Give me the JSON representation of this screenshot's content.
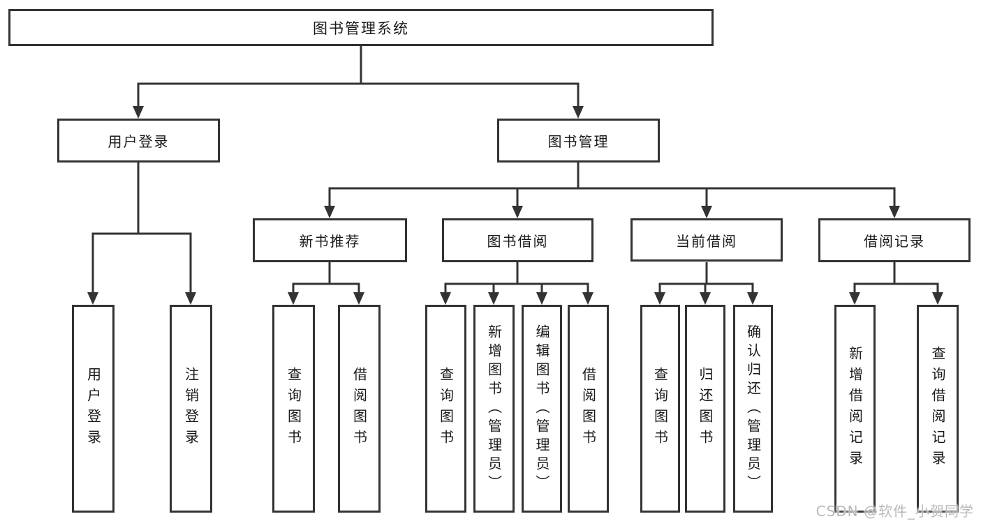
{
  "theme": {
    "background": "#ffffff",
    "line_color": "#333333",
    "box_border_color": "#333333",
    "text_color": "#1a1a1a",
    "watermark_color": "#b9b9b9"
  },
  "watermark": {
    "text": "CSDN @软件_小贺同学"
  },
  "nodes": {
    "root": "图书管理系统",
    "user_login": "用户登录",
    "book_management": "图书管理",
    "new_book_recommend": "新书推荐",
    "book_borrow": "图书借阅",
    "current_borrow": "当前借阅",
    "borrow_records": "借阅记录",
    "leaf_user_login": "用户登录",
    "leaf_logout": "注销登录",
    "leaf_recommend_query_books": "查询图书",
    "leaf_recommend_borrow_books": "借阅图书",
    "leaf_borrow_query_books": "查询图书",
    "leaf_borrow_add_books_admin": "新增图书（管理员）",
    "leaf_borrow_edit_books_admin": "编辑图书（管理员）",
    "leaf_borrow_borrow_books": "借阅图书",
    "leaf_current_query_books": "查询图书",
    "leaf_current_return_books": "归还图书",
    "leaf_current_confirm_return_admin": "确认归还（管理员）",
    "leaf_records_add_record": "新增借阅记录",
    "leaf_records_query_record": "查询借阅记录"
  },
  "edges": [
    {
      "from": "图书管理系统",
      "to": "用户登录"
    },
    {
      "from": "图书管理系统",
      "to": "图书管理"
    },
    {
      "from": "用户登录",
      "to": "用户登录"
    },
    {
      "from": "用户登录",
      "to": "注销登录"
    },
    {
      "from": "图书管理",
      "to": "新书推荐"
    },
    {
      "from": "图书管理",
      "to": "图书借阅"
    },
    {
      "from": "图书管理",
      "to": "当前借阅"
    },
    {
      "from": "图书管理",
      "to": "借阅记录"
    },
    {
      "from": "新书推荐",
      "to": "查询图书"
    },
    {
      "from": "新书推荐",
      "to": "借阅图书"
    },
    {
      "from": "图书借阅",
      "to": "查询图书"
    },
    {
      "from": "图书借阅",
      "to": "新增图书（管理员）"
    },
    {
      "from": "图书借阅",
      "to": "编辑图书（管理员）"
    },
    {
      "from": "图书借阅",
      "to": "借阅图书"
    },
    {
      "from": "当前借阅",
      "to": "查询图书"
    },
    {
      "from": "当前借阅",
      "to": "归还图书"
    },
    {
      "from": "当前借阅",
      "to": "确认归还（管理员）"
    },
    {
      "from": "借阅记录",
      "to": "新增借阅记录"
    },
    {
      "from": "借阅记录",
      "to": "查询借阅记录"
    }
  ]
}
